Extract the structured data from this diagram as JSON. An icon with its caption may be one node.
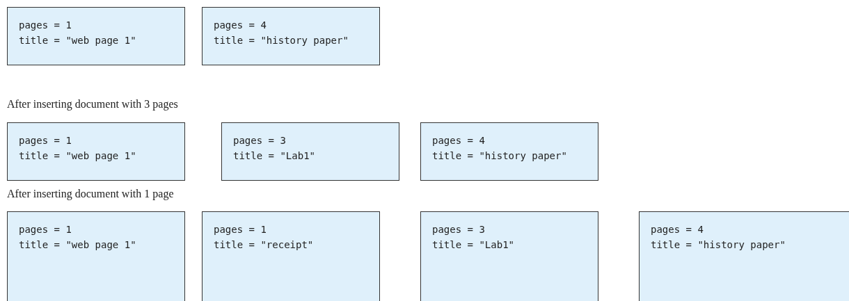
{
  "diagram": {
    "nodes": [
      {
        "text": [
          "pages = 1",
          "title = \"web page 1\""
        ]
      },
      {
        "text": [
          "pages = 4",
          "title = \"history paper\""
        ]
      },
      {
        "text": [
          "pages = 1",
          "title = \"web page 1\""
        ]
      },
      {
        "text": [
          "pages = 3",
          "title = \"Lab1\""
        ]
      },
      {
        "text": [
          "pages = 4",
          "title = \"history paper\""
        ]
      },
      {
        "text": [
          "pages = 1",
          "title = \"web page 1\""
        ]
      },
      {
        "text": [
          "pages = 1",
          "title = \"receipt\""
        ]
      },
      {
        "text": [
          "pages = 3",
          "title = \"Lab1\""
        ]
      },
      {
        "text": [
          "pages = 4",
          "title = \"history paper\""
        ]
      }
    ],
    "labels": [
      "After inserting document with 3 pages",
      "After inserting document with 1 page"
    ]
  }
}
